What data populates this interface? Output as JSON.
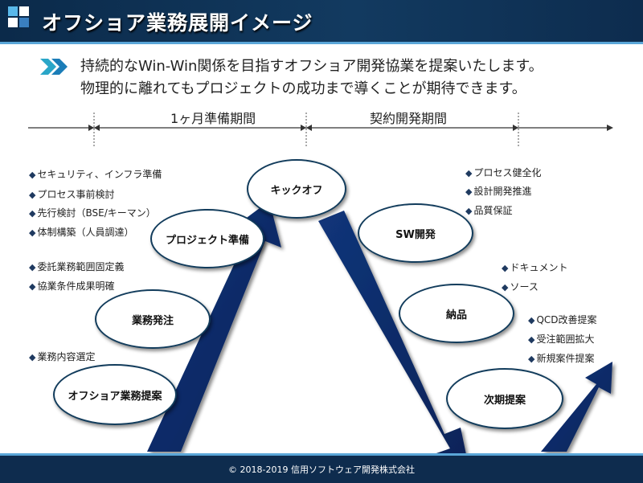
{
  "header": {
    "title": "オフショア業務展開イメージ"
  },
  "lead": {
    "line1": "持続的なWin-Win関係を目指すオフショア開発協業を提案いたします。",
    "line2": "物理的に離れてもプロジェクトの成功まで導くことが期待できます。"
  },
  "timeline": {
    "period1": "1ヶ月準備期間",
    "period2": "契約開発期間"
  },
  "stages": {
    "proposal": "オフショア業務提案",
    "order": "業務発注",
    "prep": "プロジェクト準備",
    "kickoff": "キックオフ",
    "sw_dev": "SW開発",
    "delivery": "納品",
    "next": "次期提案"
  },
  "notes": {
    "prep": [
      "セキュリティ、インフラ準備",
      "プロセス事前検討",
      "先行検討（BSE/キーマン）",
      "体制構築（人員調達）"
    ],
    "order": [
      "委託業務範囲固定義",
      "協業条件成果明確"
    ],
    "proposal": [
      "業務内容選定"
    ],
    "dev": [
      "プロセス健全化",
      "設計開発推進",
      "品質保証"
    ],
    "delivery": [
      "ドキュメント",
      "ソース"
    ],
    "next": [
      "QCD改善提案",
      "受注範囲拡大",
      "新規案件提案"
    ]
  },
  "footer": {
    "copyright": "© 2018-2019 信用ソフトウェア開発株式会社"
  },
  "colors": {
    "navy": "#0e2c4e",
    "accent": "#5aa6d8",
    "arrow": "#0f2d6b"
  }
}
